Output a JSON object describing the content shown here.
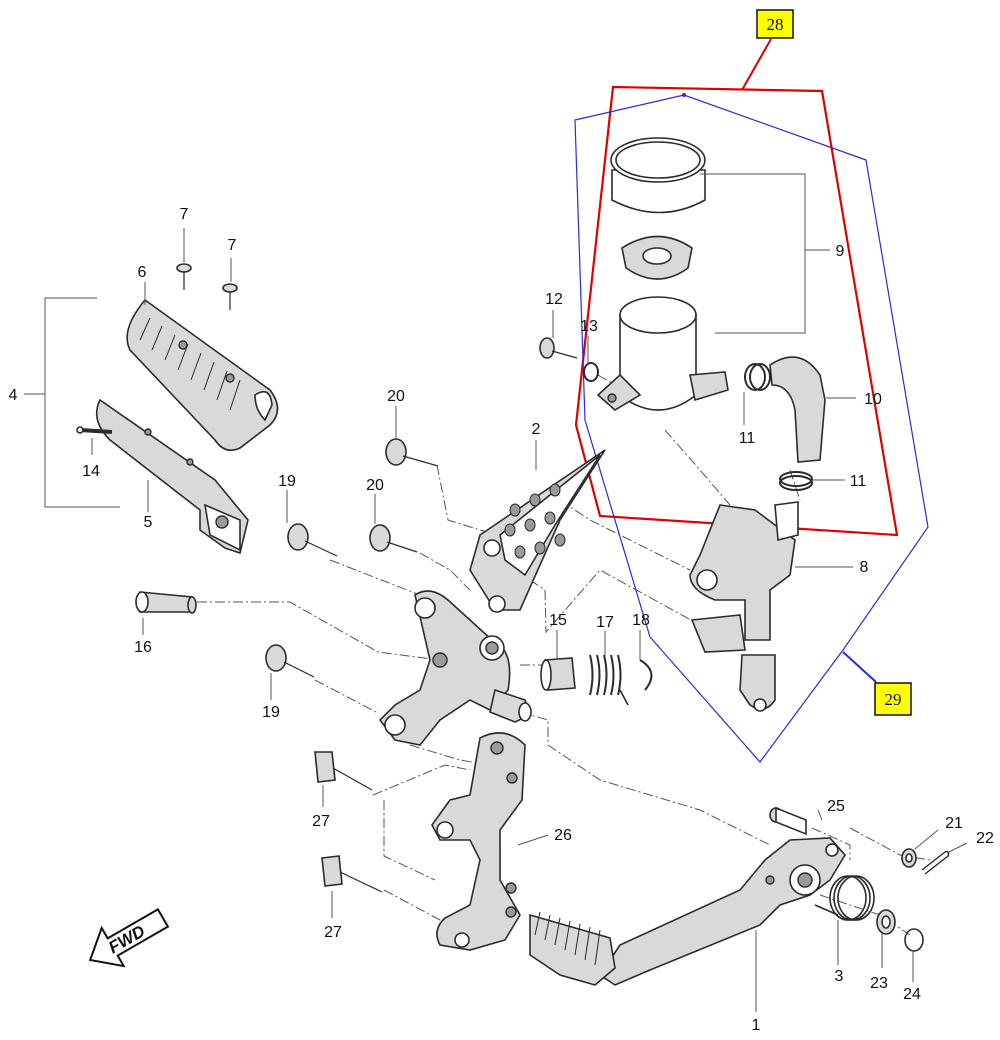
{
  "diagram": {
    "part_labels": [
      "1",
      "2",
      "3",
      "4",
      "5",
      "6",
      "7",
      "7",
      "8",
      "9",
      "10",
      "11",
      "11",
      "12",
      "13",
      "14",
      "15",
      "16",
      "17",
      "18",
      "19",
      "19",
      "20",
      "20",
      "21",
      "22",
      "23",
      "24",
      "25",
      "26",
      "27",
      "27"
    ],
    "boxes": {
      "box_28": "28",
      "box_29": "29"
    },
    "fwd_label": "FWD",
    "colors": {
      "highlight_box_fill": "#ffff00",
      "group_28_outline": "#e00000",
      "group_29_outline": "#2a2ae0",
      "line_art": "#2b2b2b"
    }
  }
}
